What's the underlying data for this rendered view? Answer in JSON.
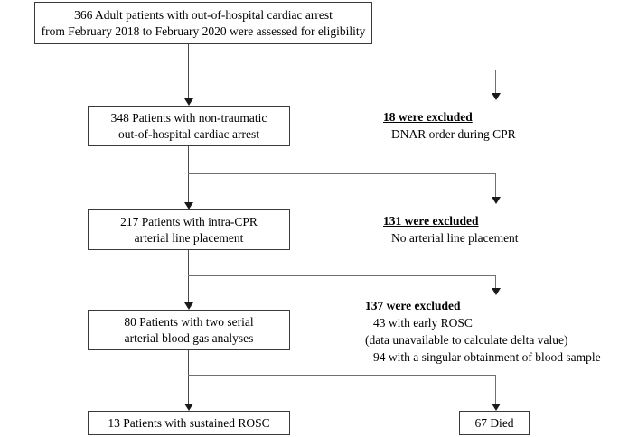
{
  "figure": {
    "type": "flowchart",
    "title": "Patient enrollment flow diagram",
    "orientation": "top-to-bottom"
  },
  "nodes": {
    "enrollment": {
      "line1": "366 Adult patients with out-of-hospital cardiac arrest",
      "line2": "from February 2018 to February 2020 were assessed for eligibility",
      "count": 366
    },
    "nontraumatic": {
      "line1": "348 Patients with non-traumatic",
      "line2": "out-of-hospital cardiac arrest",
      "count": 348
    },
    "arterial_line": {
      "line1": "217 Patients with intra-CPR",
      "line2": "arterial line placement",
      "count": 217
    },
    "serial_abg": {
      "line1": "80 Patients with two serial",
      "line2": "arterial blood gas analyses",
      "count": 80
    },
    "sustained_rosc": {
      "line1": "13 Patients with sustained ROSC",
      "count": 13
    },
    "died": {
      "line1": "67 Died",
      "count": 67
    }
  },
  "exclusions": [
    {
      "id": "dnar",
      "heading": "18 were excluded",
      "count": 18,
      "reasons": [
        "DNAR order during CPR"
      ]
    },
    {
      "id": "no-arterial-line",
      "heading": "131 were excluded",
      "count": 131,
      "reasons": [
        "No arterial line placement"
      ]
    },
    {
      "id": "abg-unavailable",
      "heading": "137 were excluded",
      "count": 137,
      "reasons": [
        "43 with early ROSC",
        "(data unavailable to calculate delta value)",
        "94 with a singular obtainment of  blood sample"
      ]
    }
  ],
  "colors": {
    "box_border": "#3a3a3a",
    "connector": "#6f6f6f",
    "arrowhead": "#1a1a1a",
    "text": "#000000",
    "background": "#ffffff"
  }
}
